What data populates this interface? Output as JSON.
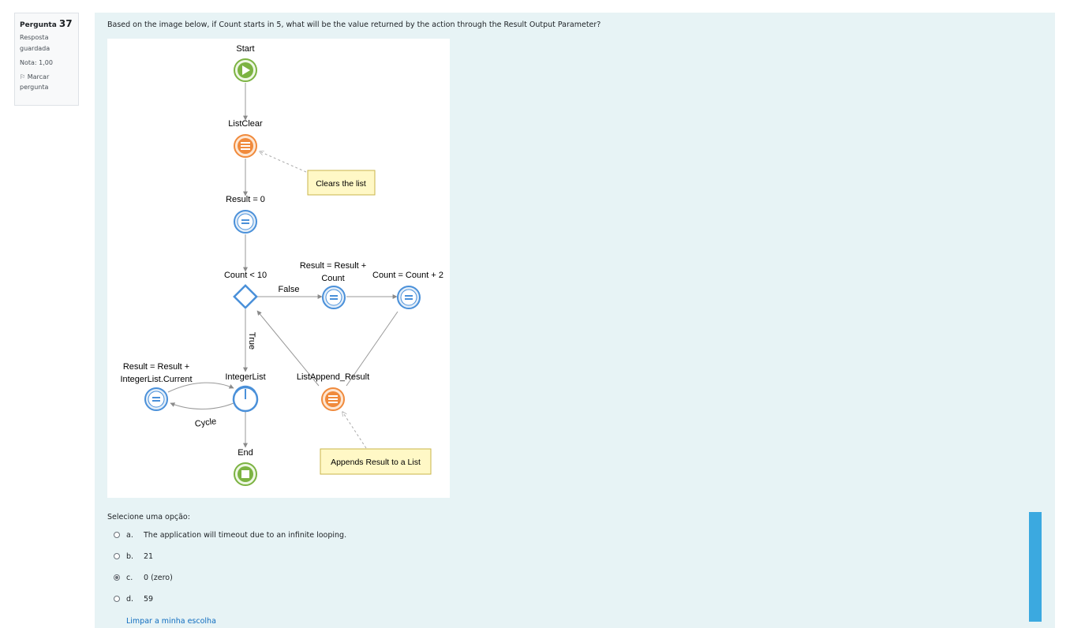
{
  "question_info": {
    "label": "Pergunta",
    "number": "37",
    "status_line1": "Resposta",
    "status_line2": "guardada",
    "grade": "Nota: 1,00",
    "flag_line1": "Marcar",
    "flag_line2": "pergunta"
  },
  "question_text": "Based on the image below, if Count starts in 5, what will be the value returned by the action through the Result Output Parameter?",
  "diagram": {
    "start": "Start",
    "list_clear": "ListClear",
    "clears_note": "Clears the list",
    "result_zero": "Result = 0",
    "count_check": "Count < 10",
    "false_label": "False",
    "true_label": "True",
    "result_count_line1": "Result = Result +",
    "result_count_line2": "Count",
    "count_inc": "Count = Count + 2",
    "integer_list": "IntegerList",
    "list_append": "ListAppend_Result",
    "result_current_line1": "Result = Result +",
    "result_current_line2": "IntegerList.Current",
    "cycle": "Cycle",
    "end": "End",
    "append_note": "Appends Result to a List"
  },
  "prompt": "Selecione uma opção:",
  "options": [
    {
      "letter": "a.",
      "text": "The application will timeout due to an infinite looping.",
      "selected": false
    },
    {
      "letter": "b.",
      "text": "21",
      "selected": false
    },
    {
      "letter": "c.",
      "text": "0 (zero)",
      "selected": true
    },
    {
      "letter": "d.",
      "text": "59",
      "selected": false
    }
  ],
  "clear_link": "Limpar a minha escolha",
  "colors": {
    "panel": "#e7f3f5",
    "accent": "#3ba9e0",
    "assign": "#4a90d9",
    "start": "#7cb342",
    "list": "#f08a3c",
    "note": "#fff8c6"
  }
}
